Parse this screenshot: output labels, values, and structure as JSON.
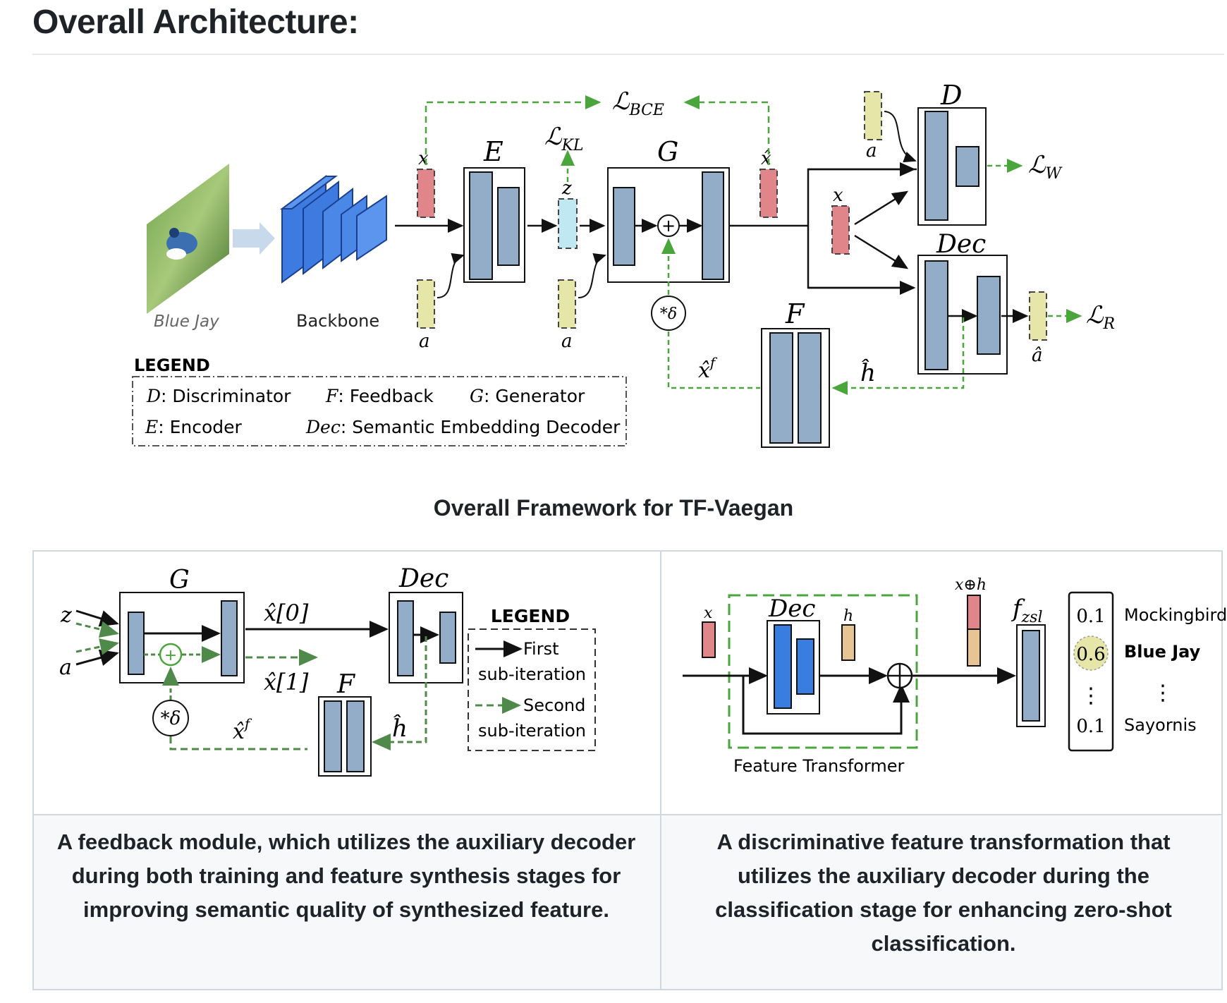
{
  "heading": "Overall Architecture:",
  "figure_caption": "Overall Framework for TF-Vaegan",
  "top_diagram": {
    "image_label": "Blue Jay",
    "backbone_label": "Backbone",
    "legend_title": "LEGEND",
    "legend_items": [
      ": Discriminator",
      ": Feedback",
      ": Generator",
      ": Encoder",
      ": Semantic Embedding Decoder"
    ],
    "legend_syms": [
      "D",
      "F",
      "G",
      "E",
      "Dec"
    ],
    "blocks": {
      "E": "E",
      "G": "G",
      "D": "D",
      "Dec": "Dec",
      "F": "F"
    },
    "vars": {
      "x": "x",
      "a": "a",
      "z": "z",
      "xhat": "x̂",
      "ahat": "â",
      "xf": "x̂",
      "xf_sup": "f",
      "h": "ĥ",
      "delta": "*δ"
    },
    "losses": {
      "bce": "ℒ",
      "bce_sub": "BCE",
      "kl": "ℒ",
      "kl_sub": "KL",
      "w": "ℒ",
      "w_sub": "W",
      "r": "ℒ",
      "r_sub": "R"
    }
  },
  "table": {
    "left_caption": "A feedback module, which utilizes the auxiliary decoder during both training and feature synthesis stages for improving semantic quality of synthesized feature.",
    "right_caption": "A discriminative feature transformation that utilizes the auxiliary decoder during the classification stage for enhancing zero-shot classification."
  },
  "left_diagram": {
    "G": "G",
    "Dec": "Dec",
    "F": "F",
    "z": "z",
    "a": "a",
    "x0": "x̂[0]",
    "x1": "x̂[1]",
    "xf": "x̂",
    "xf_sup": "f",
    "h": "ĥ",
    "delta": "*δ",
    "legend_title": "LEGEND",
    "first": "First",
    "first_sub": "sub-iteration",
    "second": "Second",
    "second_sub": "sub-iteration"
  },
  "right_diagram": {
    "x": "x",
    "Dec": "Dec",
    "h": "h",
    "xh": "x⊕h",
    "fzsl": "f",
    "fzsl_sub": "zsl",
    "feature_transformer": "Feature Transformer",
    "scores": [
      "0.1",
      "0.6",
      "0.1"
    ],
    "classes": [
      "Mockingbird",
      "Blue Jay",
      "Sayornis"
    ]
  },
  "colors": {
    "block": "#93acc8",
    "red": "#e0868a",
    "yellow": "#e6e6a8",
    "cyan": "#bfe8f2",
    "green": "#4aa63c",
    "darkgreen": "#4f8a4a",
    "blue": "#3a7de0",
    "tan": "#e8c495"
  }
}
